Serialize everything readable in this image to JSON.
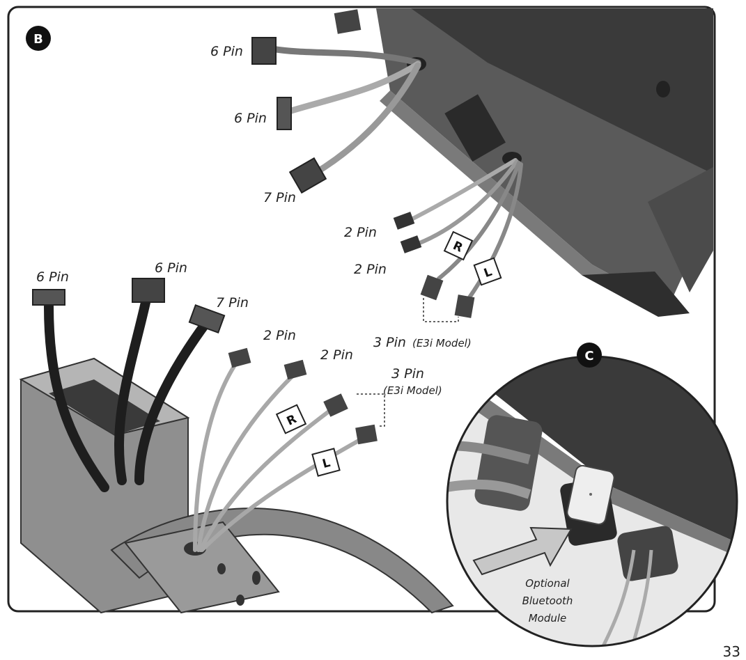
{
  "panel_b": {
    "badge": "B",
    "console_connectors": {
      "top_6pin_a": "6 Pin",
      "top_6pin_b": "6 Pin",
      "top_7pin": "7 Pin",
      "right_2pin_a": "2 Pin",
      "right_2pin_b": "2 Pin",
      "right_3pin_main": "3 Pin",
      "right_3pin_model": "(E3i Model)",
      "tag_r": "R",
      "tag_l": "L"
    },
    "mast_connectors": {
      "left_6pin_a": "6 Pin",
      "left_6pin_b": "6 Pin",
      "left_7pin": "7 Pin",
      "left_2pin_a": "2 Pin",
      "left_2pin_b": "2 Pin",
      "left_3pin_main": "3 Pin",
      "left_3pin_model": "(E3i Model)",
      "tag_r": "R",
      "tag_l": "L"
    }
  },
  "panel_c": {
    "badge": "C",
    "caption_line1": "Optional",
    "caption_line2": "Bluetooth",
    "caption_line3": "Module"
  },
  "page_number": "33",
  "colors": {
    "console_dark": "#3d3d3d",
    "console_mid": "#6b6b6b",
    "frame_gray": "#8c8c8c",
    "wire_gray": "#a8a8a8",
    "wire_black": "#1e1e1e",
    "badge_black": "#111111"
  }
}
